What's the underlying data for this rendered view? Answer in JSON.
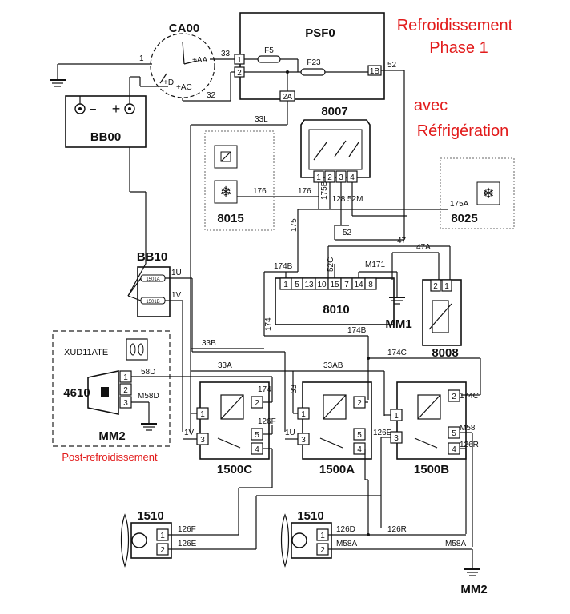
{
  "title": {
    "line1": "Refroidissement",
    "line2": "Phase 1",
    "line3": "avec",
    "line4": "Réfrigération",
    "post_label": "Post-refroidissement"
  },
  "components": {
    "ca00": "CA00",
    "psf0": "PSF0",
    "bb00": "BB00",
    "c8007": "8007",
    "c8015": "8015",
    "c8025": "8025",
    "bb10": "BB10",
    "c8010": "8010",
    "mm1": "MM1",
    "c8008": "8008",
    "xud": "XUD11ATE",
    "c4610": "4610",
    "mm2a": "MM2",
    "r1500c": "1500C",
    "r1500a": "1500A",
    "r1500b": "1500B",
    "f1510a": "1510",
    "f1510b": "1510",
    "mm2b": "MM2"
  },
  "fuses": {
    "f5": "F5",
    "f23": "F23",
    "bb10_top": "1501A",
    "bb10_bot": "1501B"
  },
  "ca00_pins": {
    "aa": "+AA",
    "d": "+D",
    "ac": "+AC"
  },
  "bb00_pins": {
    "neg": "−",
    "pos": "+"
  },
  "psf0_pins": {
    "p1": "1",
    "p2": "2",
    "p1b": "1B",
    "p2a": "2A"
  },
  "c8007_pins": [
    "1",
    "2",
    "3",
    "4"
  ],
  "c8010_pins": [
    "1",
    "5",
    "13",
    "10",
    "15",
    "7",
    "14",
    "8"
  ],
  "c8008_pins": [
    "2",
    "1"
  ],
  "c4610_pins": [
    "1",
    "2",
    "3"
  ],
  "relay_pins": {
    "p1": "1",
    "p2": "2",
    "p3": "3",
    "p4": "4",
    "p5": "5"
  },
  "fan_pins": {
    "p1": "1",
    "p2": "2"
  },
  "wires": {
    "w1": "1",
    "w33": "33",
    "w32": "32",
    "w52": "52",
    "w33l": "33L",
    "w176a": "176",
    "w176b": "176",
    "w175b": "175B",
    "w128": "128",
    "w52m": "52M",
    "w175": "175",
    "w175a": "175A",
    "w52b": "52",
    "w47": "47",
    "w47a": "47A",
    "w174b": "174B",
    "w52c": "52C",
    "wm171": "M171",
    "w174": "174",
    "w1u": "1U",
    "w1v": "1V",
    "w174b2": "174B",
    "w174c": "174C",
    "w33b": "33B",
    "w33a": "33A",
    "w33ab": "33AB",
    "w58d": "58D",
    "wm58d": "M58D",
    "w174r": "174",
    "w33v": "33",
    "w126f": "126F",
    "w1vb": "1V",
    "w1ub": "1U",
    "w126e": "126E",
    "w174c2": "174C",
    "wm58": "M58",
    "w126r": "126R",
    "w126f2": "126F",
    "w126e2": "126E",
    "w126d": "126D",
    "w126r2": "126R",
    "wm58a": "M58A",
    "wm58a2": "M58A"
  }
}
